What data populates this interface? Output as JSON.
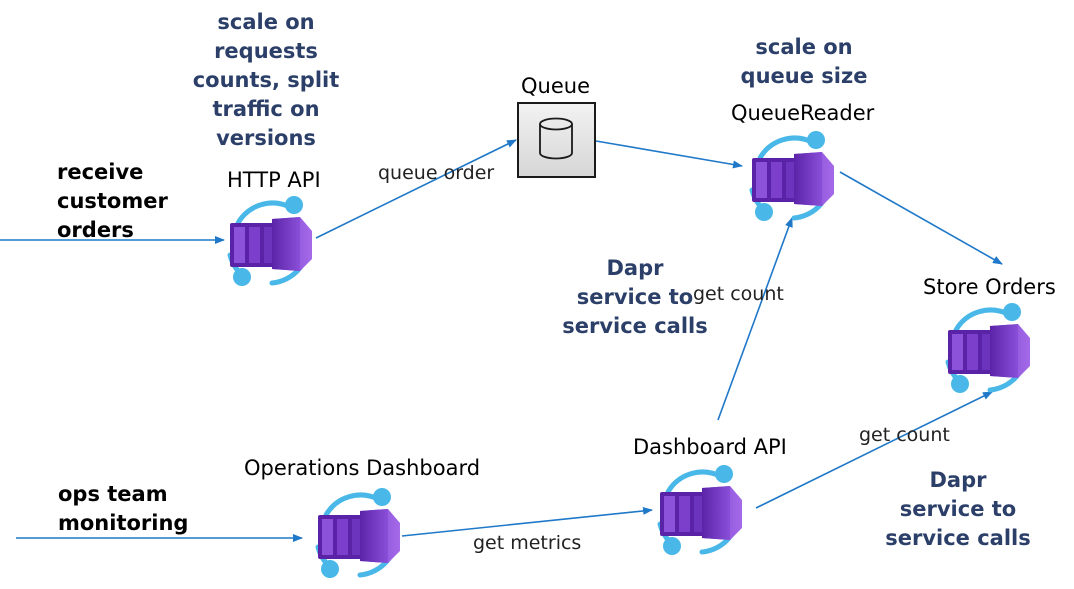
{
  "nodes": {
    "queue": {
      "label": "Queue",
      "icon": "database-cylinder-icon"
    },
    "queue_reader": {
      "label": "QueueReader",
      "icon": "container-app-icon"
    },
    "http_api": {
      "label": "HTTP API",
      "icon": "container-app-icon"
    },
    "store_orders": {
      "label": "Store Orders",
      "icon": "container-app-icon"
    },
    "dashboard_api": {
      "label": "Dashboard API",
      "icon": "container-app-icon"
    },
    "operations_dashboard": {
      "label": "Operations Dashboard",
      "icon": "container-app-icon"
    }
  },
  "edges": {
    "queue_order": "queue order",
    "get_count_reader": "get count",
    "get_count_store": "get count",
    "get_metrics": "get metrics"
  },
  "notes": {
    "http_scale": [
      "scale on",
      "requests",
      "counts, split",
      "traffic on",
      "versions"
    ],
    "queue_scale": [
      "scale on",
      "queue size"
    ],
    "dapr_left": [
      "Dapr",
      "service to",
      "service calls"
    ],
    "dapr_right": [
      "Dapr",
      "service to",
      "service calls"
    ]
  },
  "inputs": {
    "customer_orders": [
      "receive",
      "customer",
      "orders"
    ],
    "ops_monitoring": [
      "ops team",
      "monitoring"
    ]
  },
  "colors": {
    "arrow": "#1f78c8",
    "note_text": "#2b3f68",
    "icon_purple_dark": "#6b2fbf",
    "icon_purple_light": "#9b5de5",
    "icon_ring": "#49b8e8"
  }
}
